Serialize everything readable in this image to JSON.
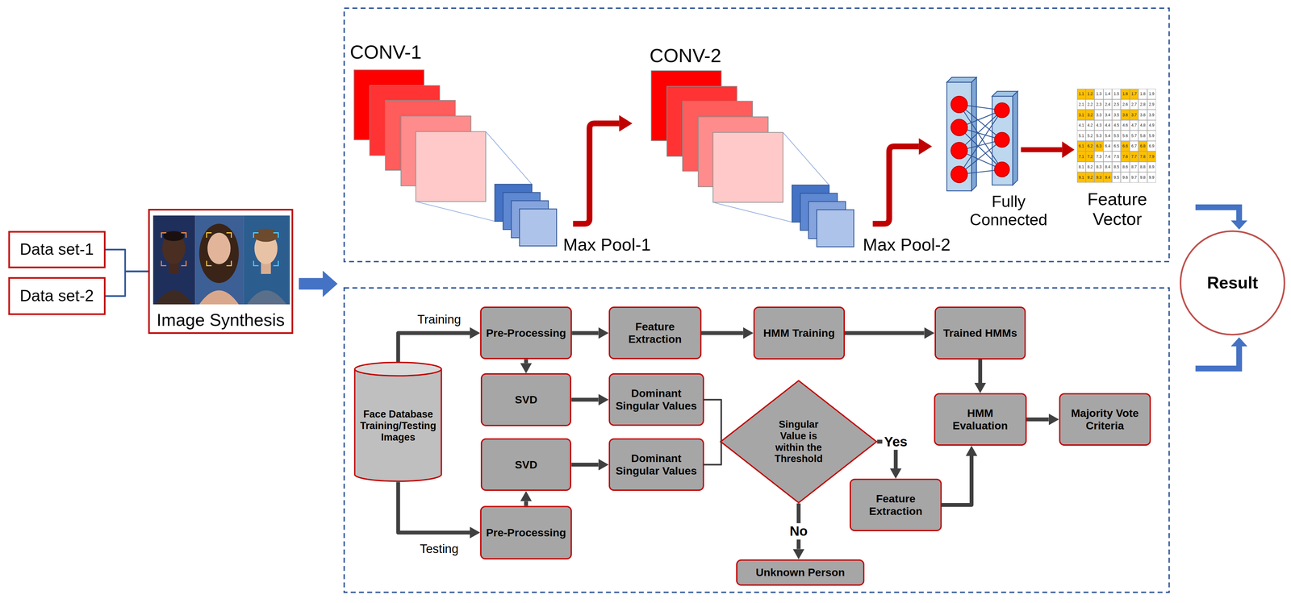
{
  "diagram": {
    "nodes": [
      {
        "text": [
          "Data set-1"
        ]
      },
      {
        "text": [
          "Data set-2"
        ]
      },
      {
        "text": [
          "Image Synthesis"
        ]
      },
      {
        "text": [
          "Result"
        ]
      },
      {
        "text": [
          "Face Database Training/Testing Images"
        ]
      },
      {
        "text": [
          "Pre-Processing"
        ]
      },
      {
        "text": [
          "Feature Extraction"
        ]
      },
      {
        "text": [
          "HMM Training"
        ]
      },
      {
        "text": [
          "Trained HMMs"
        ]
      },
      {
        "text": [
          "SVD"
        ]
      },
      {
        "text": [
          "Dominant Singular Values"
        ]
      },
      {
        "text": [
          "Singular Value is within the Threshold"
        ]
      },
      {
        "text": [
          "HMM Evaluation"
        ]
      },
      {
        "text": [
          "Majority Vote Criteria"
        ]
      },
      {
        "text": [
          "SVD"
        ]
      },
      {
        "text": [
          "Dominant Singular Values"
        ]
      },
      {
        "text": [
          "Feature Extraction"
        ]
      },
      {
        "text": [
          "Pre-Processing"
        ]
      },
      {
        "text": [
          "Unknown Person"
        ]
      }
    ],
    "edges": [
      {
        "from": 0,
        "to": 2,
        "arrow": "none"
      },
      {
        "from": 1,
        "to": 2,
        "arrow": "none"
      },
      {
        "from": 4,
        "to": 5,
        "label": "Training",
        "arrow": "to"
      },
      {
        "from": 4,
        "to": 17,
        "label": "Testing",
        "arrow": "to"
      },
      {
        "from": 5,
        "to": 6,
        "arrow": "to"
      },
      {
        "from": 6,
        "to": 7,
        "arrow": "to"
      },
      {
        "from": 7,
        "to": 8,
        "arrow": "to"
      },
      {
        "from": 5,
        "to": 9,
        "arrow": "to"
      },
      {
        "from": 9,
        "to": 10,
        "arrow": "to"
      },
      {
        "from": 17,
        "to": 14,
        "arrow": "to"
      },
      {
        "from": 14,
        "to": 15,
        "arrow": "to"
      },
      {
        "from": 10,
        "to": 11,
        "arrow": "none"
      },
      {
        "from": 15,
        "to": 11,
        "arrow": "none"
      },
      {
        "from": 11,
        "to": 16,
        "label": "Yes",
        "arrow": "to"
      },
      {
        "from": 11,
        "to": 18,
        "label": "No",
        "arrow": "to"
      },
      {
        "from": 8,
        "to": 12,
        "arrow": "to"
      },
      {
        "from": 16,
        "to": 12,
        "arrow": "to"
      },
      {
        "from": 12,
        "to": 13,
        "arrow": "to"
      }
    ],
    "labels": [
      "CONV-1",
      "Max Pool-1",
      "CONV-2",
      "Max Pool-2",
      "Fully Connected",
      "Feature Vector",
      "1.1",
      "1.2",
      "1.3",
      "1.4",
      "1.5",
      "1.6",
      "1.7",
      "1.8",
      "1.9",
      "2.1",
      "2.2",
      "2.3",
      "2.4",
      "2.5",
      "2.6",
      "2.7",
      "2.8",
      "2.9",
      "3.1",
      "3.2",
      "3.3",
      "3.4",
      "3.5",
      "3.6",
      "3.7",
      "3.8",
      "3.9",
      "4.1",
      "4.2",
      "4.3",
      "4.4",
      "4.5",
      "4.6",
      "4.7",
      "4.8",
      "4.9",
      "5.1",
      "5.2",
      "5.3",
      "5.4",
      "5.5",
      "5.6",
      "5.7",
      "5.8",
      "5.9",
      "6.1",
      "6.2",
      "6.3",
      "6.4",
      "6.5",
      "6.6",
      "6.7",
      "6.8",
      "6.9",
      "7.1",
      "7.2",
      "7.3",
      "7.4",
      "7.5",
      "7.6",
      "7.7",
      "7.8",
      "7.9",
      "8.1",
      "8.2",
      "8.3",
      "8.4",
      "8.5",
      "8.6",
      "8.7",
      "8.8",
      "8.9",
      "9.1",
      "9.2",
      "9.3",
      "9.4",
      "9.5",
      "9.6",
      "9.7",
      "9.8",
      "9.9"
    ]
  }
}
